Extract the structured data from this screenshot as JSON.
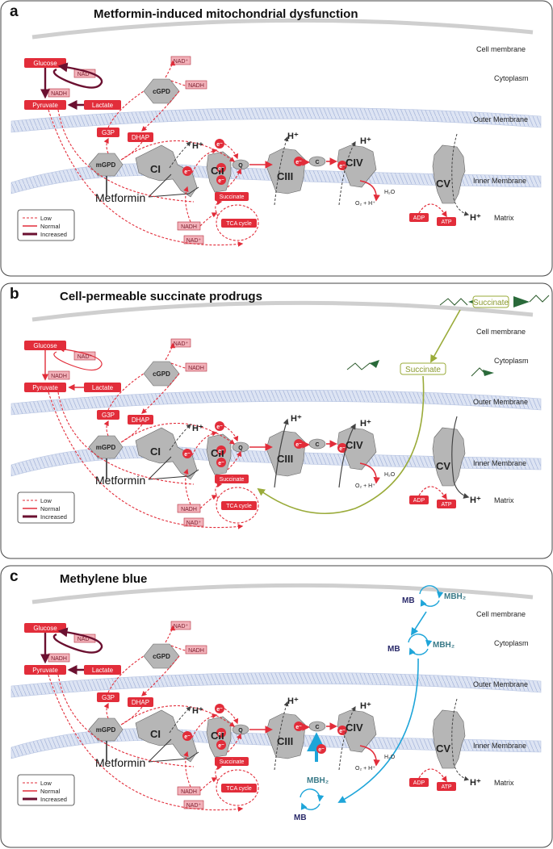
{
  "colors": {
    "accent_red": "#e22d3a",
    "dark_red": "#6b1030",
    "pale_red": "#f2b2ba",
    "complex_gray": "#b6b6b6",
    "membrane_blue": "#c9d4ea",
    "succinate_green": "#9aab3a",
    "mb_blue": "#1ea5d9"
  },
  "regions": {
    "cell_membrane": "Cell membrane",
    "cytoplasm": "Cytoplasm",
    "outer_membrane": "Outer Membrane",
    "inner_membrane": "Inner Membrane",
    "matrix": "Matrix"
  },
  "labels": {
    "glucose": "Glucose",
    "pyruvate": "Pyruvate",
    "lactate": "Lactate",
    "nad": "NAD⁺",
    "nadh": "NADH",
    "cgpd": "cGPD",
    "mgpd": "mGPD",
    "g3p": "G3P",
    "dhap": "DHAP",
    "ci": "CI",
    "cii": "CII",
    "ciii": "CIII",
    "civ": "CIV",
    "cv": "CV",
    "q": "Q",
    "c": "C",
    "e": "e⁻",
    "h": "H⁺",
    "succinate": "Succinate",
    "tca": "TCA cycle",
    "metformin": "Metformin",
    "o2h": "O₂ + H⁺",
    "h2o": "H₂O",
    "adp": "ADP",
    "atp": "ATP"
  },
  "legend": {
    "low": "Low",
    "normal": "Normal",
    "increased": "Increased"
  },
  "panels": [
    {
      "letter": "a",
      "title": "Metformin-induced mitochondrial dysfunction"
    },
    {
      "letter": "b",
      "title": "Cell-permeable succinate prodrugs"
    },
    {
      "letter": "c",
      "title": "Methylene blue"
    }
  ],
  "panel_b": {
    "succinate_prodrug": "Succinate",
    "succinate_free": "Succinate"
  },
  "panel_c": {
    "mb": "MB",
    "mbh2": "MBH₂"
  }
}
